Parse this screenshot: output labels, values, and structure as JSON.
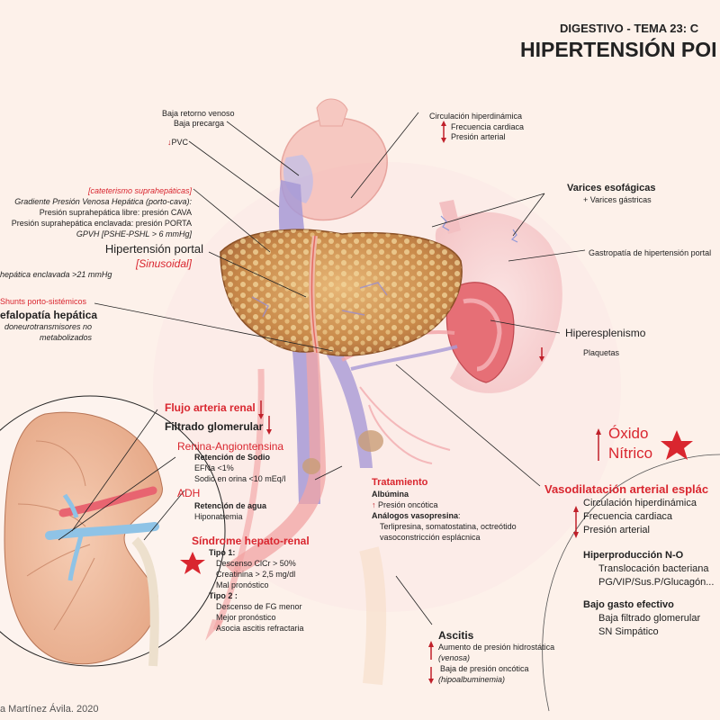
{
  "header": {
    "subtitle": "DIGESTIVO - TEMA 23: C",
    "title": "HIPERTENSIÓN POI"
  },
  "heart": {
    "venous_return": "Baja retorno venoso",
    "preload": "Baja precarga",
    "pvc": "PVC",
    "hyperdynamic": "Circulación hiperdinámica",
    "heart_rate": "Frecuencia cardiaca",
    "blood_pressure": "Presión arterial"
  },
  "catheter": {
    "title": "[cateterismo suprahepáticas]",
    "gradient": "Gradiente Presión Venosa Hepática (porto-cava):",
    "free_pressure": "Presión suprahepática libre: presión CAVA",
    "wedged_pressure": "Presión suprahepática enclavada: presión PORTA",
    "gpvh": "GPVH [PSHE-PSHL > 6 mmHg]"
  },
  "portal": {
    "title": "Hipertensión portal",
    "type": "[Sinusoidal]",
    "wedged": "hepática enclavada >21 mmHg"
  },
  "encephalopathy": {
    "shunts": "Shunts porto-sistémicos",
    "title": "efalopatía hepática",
    "line1": "doneurotransmisores no",
    "line2": "metabolizados"
  },
  "varices": {
    "title": "Varices esofágicas",
    "sub": "+ Varices gástricas",
    "gastropathy": "Gastropatía de hipertensión portal"
  },
  "spleen": {
    "title": "Hiperesplenismo",
    "platelets": "Plaquetas"
  },
  "renal": {
    "flow": "Flujo arteria renal",
    "filtration": "Filtrado glomerular",
    "renin": "Renina-Angiontensina",
    "sodium_ret": "Retención de Sodio",
    "efna": "EFNa <1%",
    "urine_na": "Sodio en orina <10 mEq/l",
    "adh": "ADH",
    "water_ret": "Retención de agua",
    "hyponatremia": "Hiponatremia"
  },
  "hrs": {
    "title": "Síndrome hepato-renal",
    "type1": "Tipo 1:",
    "t1_items": [
      "Descenso ClCr > 50%",
      "Creatinina > 2,5 mg/dl",
      "Mal pronóstico"
    ],
    "type2": "Tipo 2 :",
    "t2_items": [
      "Descenso de FG menor",
      "Mejor pronóstico",
      "Asocia ascitis refractaria"
    ]
  },
  "treatment": {
    "title": "Tratamiento",
    "albumin": "Albúmina",
    "oncotic": "Presión oncótica",
    "vaso_title": "Análogos vasopresina",
    "vaso_colon": ":",
    "drugs": "Terlipresina, somatostatina, octreótido",
    "effect": "vasoconstricción esplácnica"
  },
  "ascites": {
    "title": "Ascitis",
    "hydro": "Aumento de presión hidrostática",
    "venous": "(venosa)",
    "oncotic": "Baja de presión oncótica",
    "hypoalb": "(hipoalbuminemia)"
  },
  "nitric": {
    "line1": "Óxido",
    "line2": "Nítrico"
  },
  "vasodilation": {
    "title": "Vasodilatación arterial esplác",
    "hyperdynamic": "Circulación hiperdinámica",
    "heart_rate": "Frecuencia cardiaca",
    "blood_pressure": "Presión arterial",
    "no_title": "Hiperproducción N-O",
    "bacterial": "Translocación bacteriana",
    "mediators": "PG/VIP/Sus.P/Glucagón...",
    "low_output": "Bajo gasto efectivo",
    "low_gfr": "Baja filtrado glomerular",
    "sympathetic": "SN Simpático"
  },
  "footer": {
    "credit": "a Martínez Ávila. 2020"
  },
  "colors": {
    "accent_red": "#d9262f",
    "background": "#fdf1ea"
  }
}
